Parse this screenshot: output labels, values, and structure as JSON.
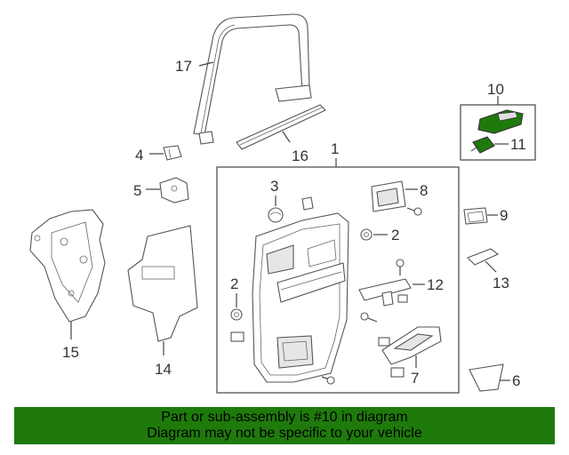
{
  "callouts": {
    "c1": "1",
    "c2a": "2",
    "c2b": "2",
    "c3": "3",
    "c4": "4",
    "c5": "5",
    "c6": "6",
    "c7": "7",
    "c8": "8",
    "c9": "9",
    "c10": "10",
    "c11": "11",
    "c12": "12",
    "c13": "13",
    "c14": "14",
    "c15": "15",
    "c16": "16",
    "c17": "17"
  },
  "highlight_color": "#1f7a0c",
  "banner": {
    "line1": "Part or sub-assembly is #10 in diagram",
    "line2": "Diagram may not be specific to your vehicle"
  }
}
